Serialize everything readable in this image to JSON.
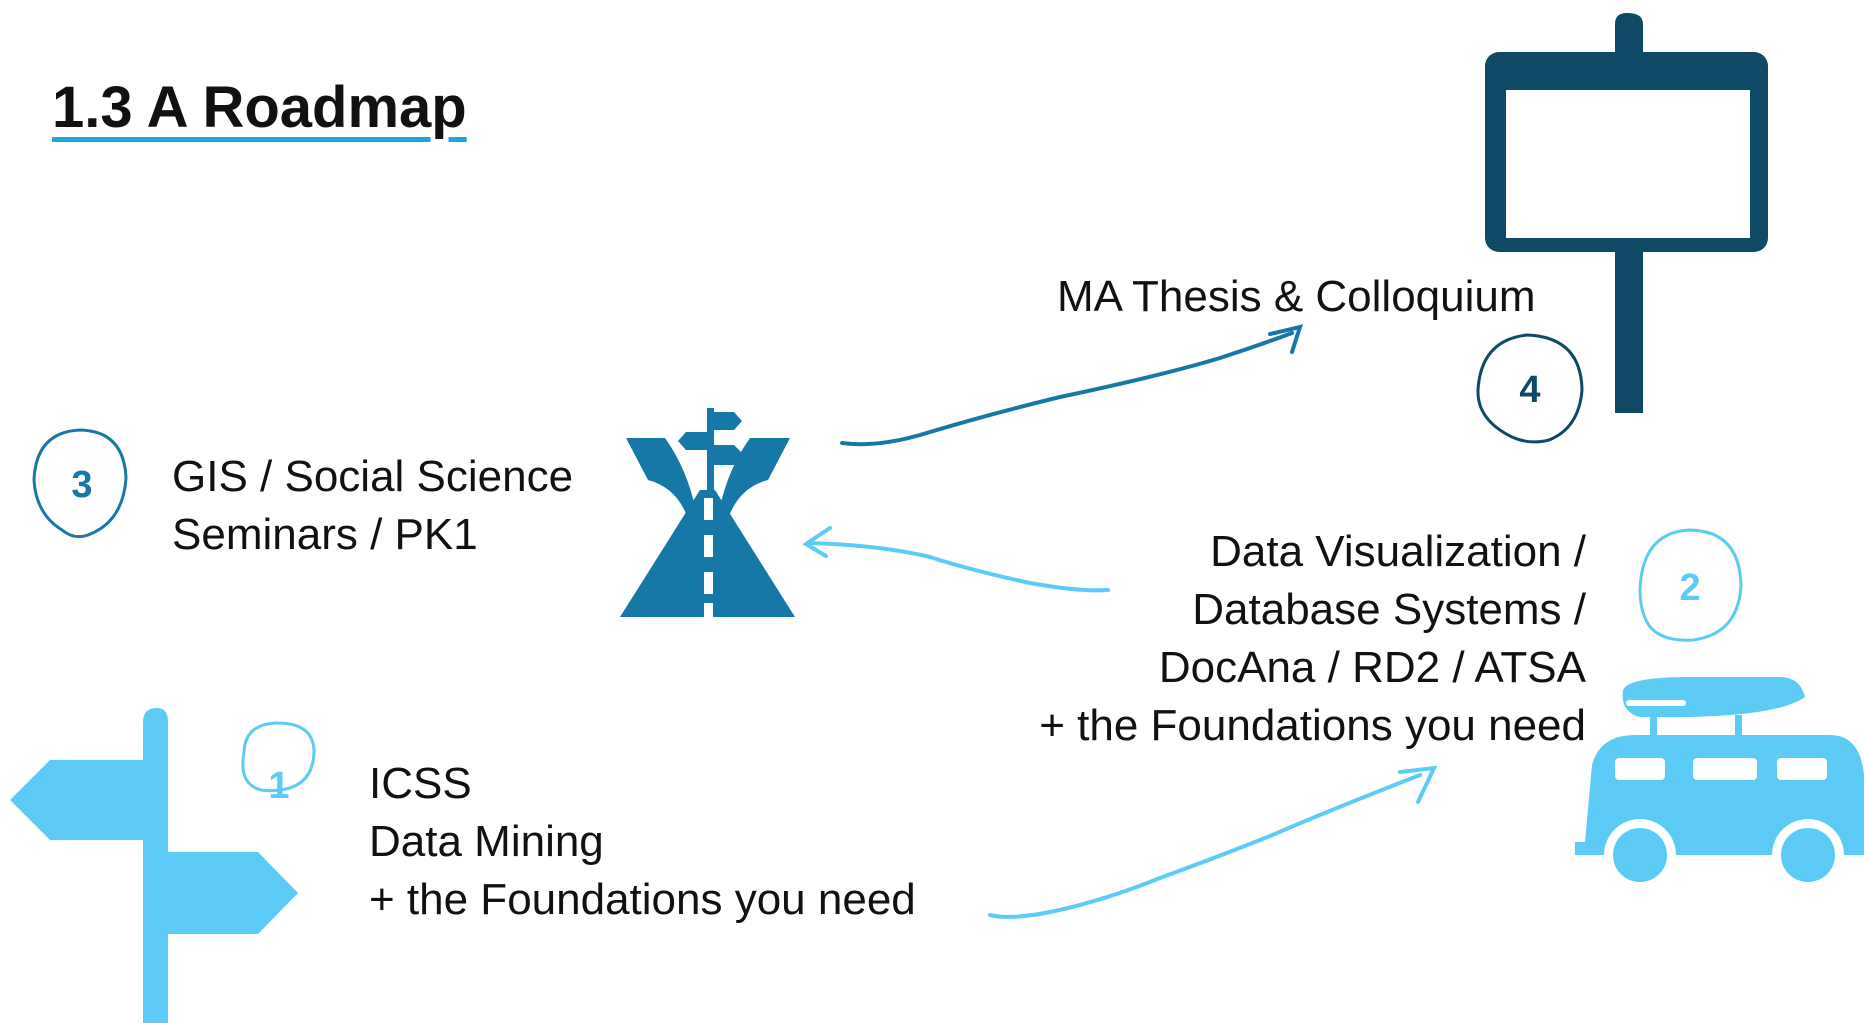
{
  "title": "1.3 A Roadmap",
  "steps": [
    {
      "number": "1",
      "lines": [
        "ICSS",
        "Data Mining",
        "+ the Foundations you need"
      ]
    },
    {
      "number": "2",
      "lines": [
        "Data Visualization /",
        "Database Systems /",
        "DocAna / RD2 / ATSA",
        "+ the Foundations you need"
      ]
    },
    {
      "number": "3",
      "lines": [
        "GIS / Social Science",
        "Seminars / PK1"
      ]
    },
    {
      "number": "4",
      "lines": [
        "MA Thesis & Colloquium"
      ]
    }
  ],
  "icons": [
    "signpost-icon",
    "camper-van-icon",
    "crossroads-icon",
    "destination-sign-icon"
  ],
  "colors": {
    "light_blue": "#5ccbf5",
    "mid_blue": "#1578a6",
    "dark_blue": "#0e4a66",
    "title_underline": "#1aa6de"
  }
}
